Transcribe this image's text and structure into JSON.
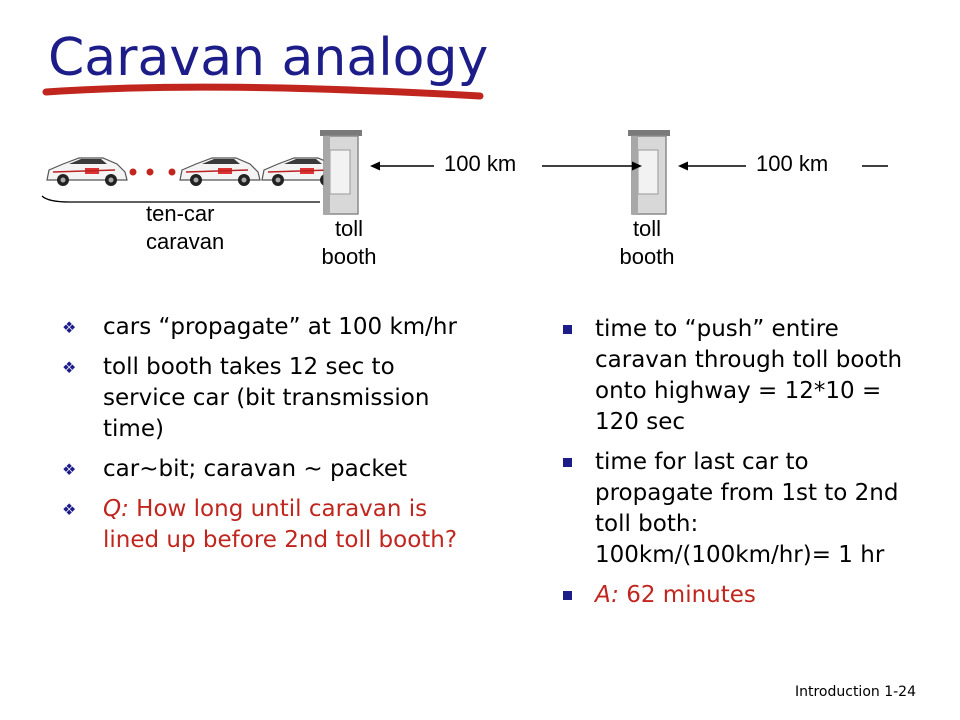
{
  "slide": {
    "title": "Caravan analogy",
    "colors": {
      "title": "#1d1d8a",
      "underline": "#c0261e",
      "question": "#c0261e"
    }
  },
  "diagram": {
    "distance_label_1": "100 km",
    "distance_label_2": "100 km",
    "caravan_label_line1": "ten-car",
    "caravan_label_line2": "caravan",
    "booth_1_line1": "toll",
    "booth_1_line2": "booth",
    "booth_2_line1": "toll",
    "booth_2_line2": "booth",
    "icons": [
      "race-car-icon",
      "toll-booth-icon",
      "arrow-icon",
      "ellipsis-dots"
    ]
  },
  "left_bullets": [
    {
      "text": "cars “propagate” at 100 km/hr"
    },
    {
      "text": "toll booth takes 12 sec to service car (bit transmission time)"
    },
    {
      "text": "car~bit; caravan ~ packet"
    },
    {
      "prefix": "Q:",
      "text": " How long until caravan is lined up before 2nd toll booth?"
    }
  ],
  "right_bullets": [
    {
      "text": "time to “push” entire caravan through toll booth onto highway = 12*10 = 120 sec"
    },
    {
      "text": "time for last car to propagate from 1st to 2nd toll both: 100km/(100km/hr)= 1 hr"
    },
    {
      "prefix": "A:",
      "text": " 62 minutes"
    }
  ],
  "footer": {
    "section": "Introduction",
    "page": "1-24"
  }
}
